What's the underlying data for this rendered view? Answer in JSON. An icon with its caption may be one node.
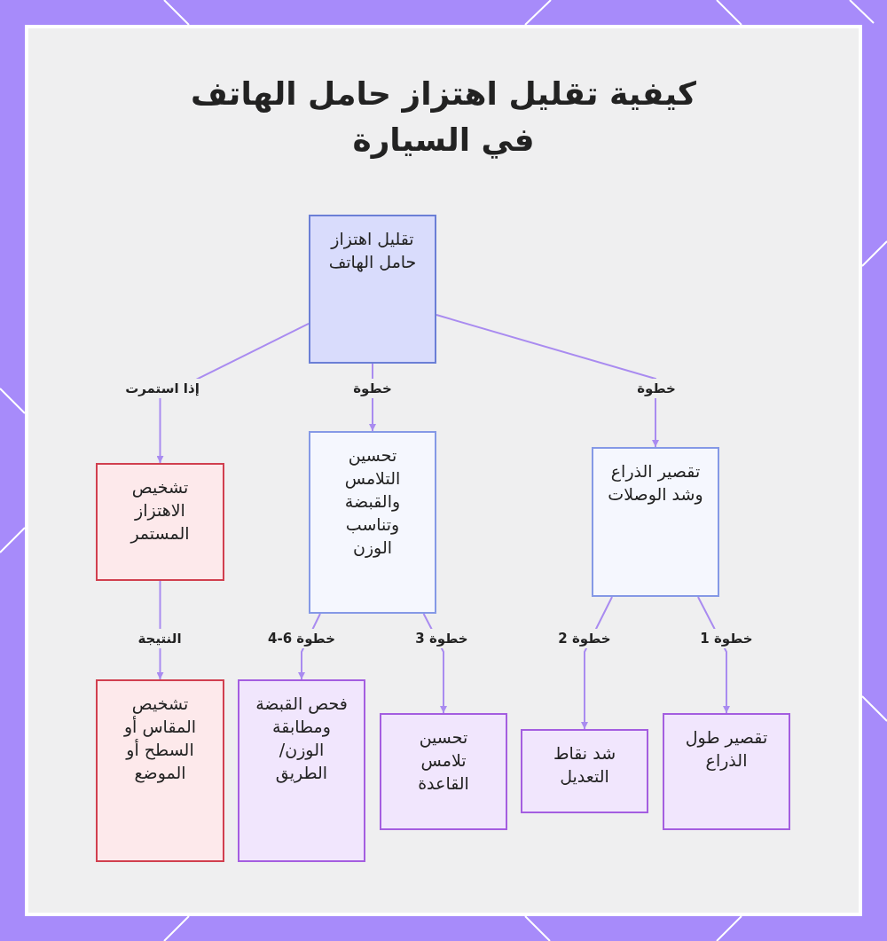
{
  "diagram": {
    "title": "كيفية تقليل اهتزاز حامل الهاتف في السيارة",
    "nodes": [
      {
        "text": [
          "تقليل اهتزاز حامل الهاتف"
        ]
      },
      {
        "text": [
          "تقصير الذراع وشد الوصلات"
        ]
      },
      {
        "text": [
          "تحسين التلامس والقبضة وتناسب الوزن"
        ]
      },
      {
        "text": [
          "تشخيص الاهتزاز المستمر"
        ]
      },
      {
        "text": [
          "تقصير طول الذراع"
        ]
      },
      {
        "text": [
          "شد نقاط التعديل"
        ]
      },
      {
        "text": [
          "تحسين تلامس القاعدة"
        ]
      },
      {
        "text": [
          "فحص القبضة ومطابقة الوزن/ الطريق"
        ]
      },
      {
        "text": [
          "تشخيص المقاس أو السطح أو الموضع"
        ]
      }
    ],
    "edges": [
      {
        "from": 0,
        "to": 1,
        "arrow": "to",
        "label": "خطوة"
      },
      {
        "from": 0,
        "to": 2,
        "arrow": "to",
        "label": "خطوة"
      },
      {
        "from": 0,
        "to": 3,
        "arrow": "to",
        "label": "إذا استمرت"
      },
      {
        "from": 1,
        "to": 4,
        "arrow": "to",
        "label": "خطوة 1"
      },
      {
        "from": 1,
        "to": 5,
        "arrow": "to",
        "label": "خطوة 2"
      },
      {
        "from": 2,
        "to": 6,
        "arrow": "to",
        "label": "خطوة 3"
      },
      {
        "from": 2,
        "to": 7,
        "arrow": "to",
        "label": "خطوة 6-4"
      },
      {
        "from": 3,
        "to": 8,
        "arrow": "to",
        "label": "النتيجة"
      }
    ]
  }
}
